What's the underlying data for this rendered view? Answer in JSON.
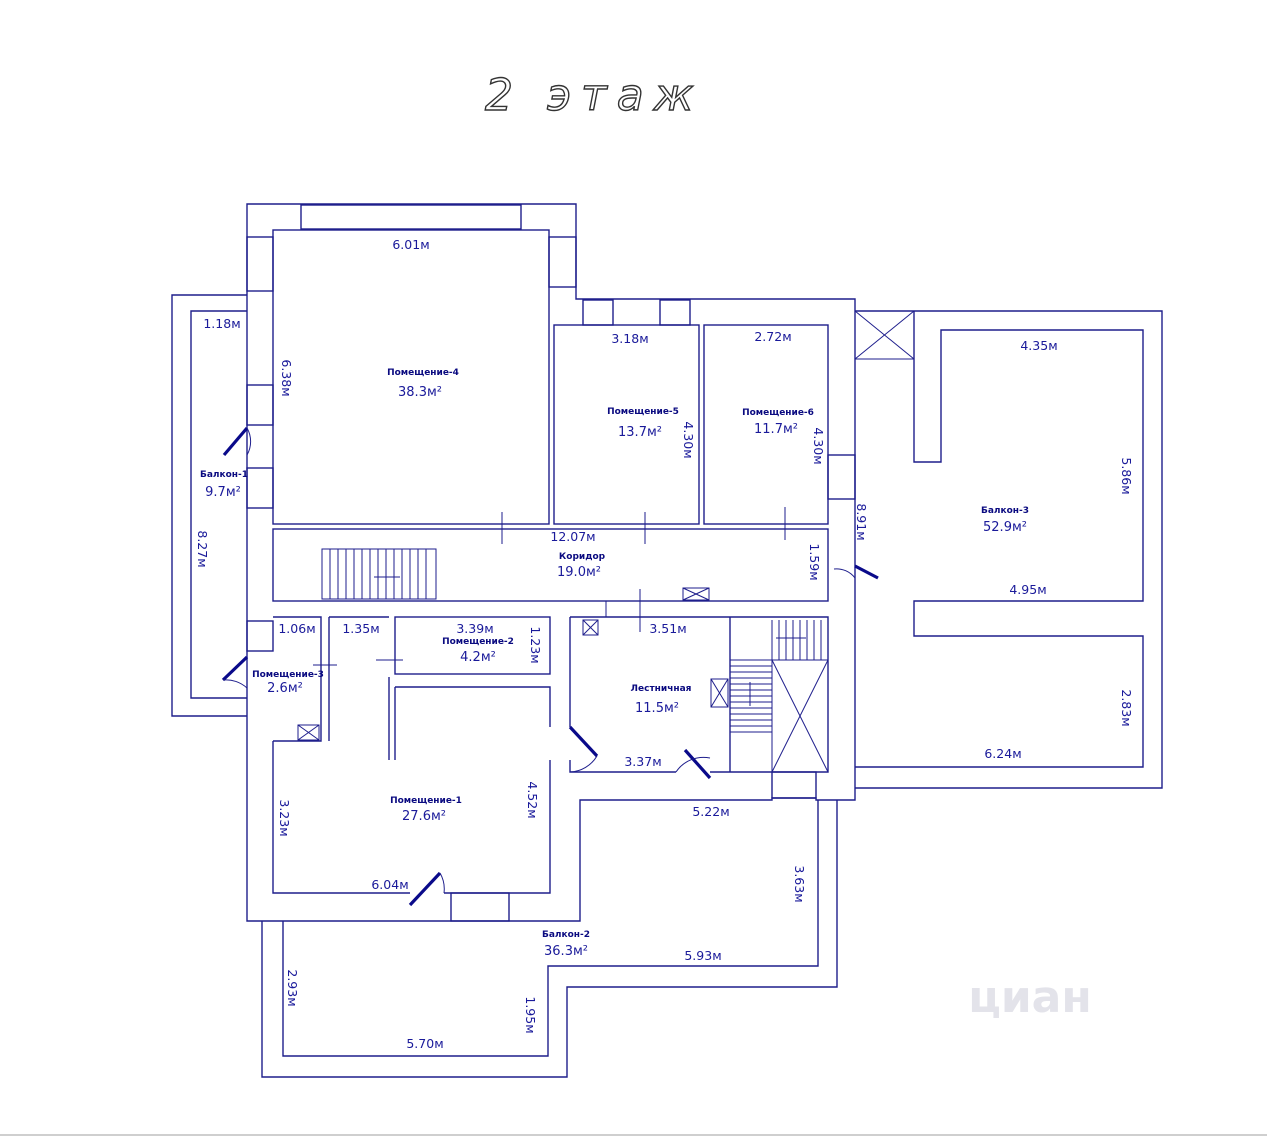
{
  "title": "2 этаж",
  "watermark": "циан",
  "colors": {
    "walls": "#1e1e8c",
    "text": "#1a1a9a",
    "doors": "#0a0a8a",
    "title": "#333333"
  },
  "rooms": [
    {
      "name": "Помещение-4",
      "area": "38.3м²"
    },
    {
      "name": "Помещение-5",
      "area": "13.7м²"
    },
    {
      "name": "Помещение-6",
      "area": "11.7м²"
    },
    {
      "name": "Балкон-1",
      "area": "9.7м²"
    },
    {
      "name": "Балкон-3",
      "area": "52.9м²"
    },
    {
      "name": "Коридор",
      "area": "19.0м²"
    },
    {
      "name": "Помещение-2",
      "area": "4.2м²"
    },
    {
      "name": "Помещение-3",
      "area": "2.6м²"
    },
    {
      "name": "Лестничная",
      "area": "11.5м²"
    },
    {
      "name": "Помещение-1",
      "area": "27.6м²"
    },
    {
      "name": "Балкон-2",
      "area": "36.3м²"
    }
  ],
  "dimensions": [
    "6.01м",
    "1.18м",
    "6.38м",
    "3.18м",
    "2.72м",
    "4.30м",
    "4.30м",
    "4.35м",
    "5.86м",
    "8.27м",
    "12.07м",
    "8.91м",
    "1.59м",
    "4.95м",
    "1.06м",
    "1.35м",
    "3.39м",
    "1.23м",
    "3.51м",
    "2.83м",
    "6.24м",
    "3.37м",
    "3.23м",
    "4.52м",
    "5.22м",
    "3.63м",
    "6.04м",
    "5.93м",
    "2.93м",
    "1.95м",
    "5.70м"
  ]
}
